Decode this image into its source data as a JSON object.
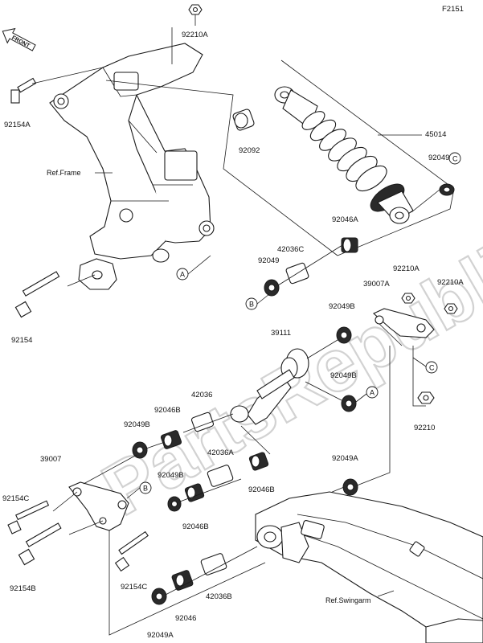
{
  "figure_code": "F2151",
  "front_label": "FRONT",
  "watermark": "PartsRepublik",
  "refs": {
    "frame": "Ref.Frame",
    "swingarm": "Ref.Swingarm"
  },
  "labels": [
    {
      "id": "92210A-top",
      "text": "92210A"
    },
    {
      "id": "92154A",
      "text": "92154A"
    },
    {
      "id": "92092",
      "text": "92092"
    },
    {
      "id": "45014",
      "text": "45014"
    },
    {
      "id": "92049-right",
      "text": "92049"
    },
    {
      "id": "92046A",
      "text": "92046A"
    },
    {
      "id": "42036C",
      "text": "42036C"
    },
    {
      "id": "92049-left",
      "text": "92049"
    },
    {
      "id": "92210A-mid",
      "text": "92210A"
    },
    {
      "id": "39007A",
      "text": "39007A"
    },
    {
      "id": "92210A-right",
      "text": "92210A"
    },
    {
      "id": "92154",
      "text": "92154"
    },
    {
      "id": "92049B-1",
      "text": "92049B"
    },
    {
      "id": "39111",
      "text": "39111"
    },
    {
      "id": "92049B-2",
      "text": "92049B"
    },
    {
      "id": "42036",
      "text": "42036"
    },
    {
      "id": "92046B-1",
      "text": "92046B"
    },
    {
      "id": "92049B-3",
      "text": "92049B"
    },
    {
      "id": "92210",
      "text": "92210"
    },
    {
      "id": "39007",
      "text": "39007"
    },
    {
      "id": "42036A",
      "text": "42036A"
    },
    {
      "id": "92049A-1",
      "text": "92049A"
    },
    {
      "id": "92154C-1",
      "text": "92154C"
    },
    {
      "id": "92049B-4",
      "text": "92049B"
    },
    {
      "id": "92046B-2",
      "text": "92046B"
    },
    {
      "id": "92046B-3",
      "text": "92046B"
    },
    {
      "id": "92154B",
      "text": "92154B"
    },
    {
      "id": "92154C-2",
      "text": "92154C"
    },
    {
      "id": "42036B",
      "text": "42036B"
    },
    {
      "id": "92046",
      "text": "92046"
    },
    {
      "id": "92049A-2",
      "text": "92049A"
    }
  ],
  "badges": [
    {
      "id": "A-1",
      "text": "A"
    },
    {
      "id": "C-1",
      "text": "C"
    },
    {
      "id": "B-1",
      "text": "B"
    },
    {
      "id": "C-2",
      "text": "C"
    },
    {
      "id": "A-2",
      "text": "A"
    },
    {
      "id": "B-2",
      "text": "B"
    }
  ]
}
